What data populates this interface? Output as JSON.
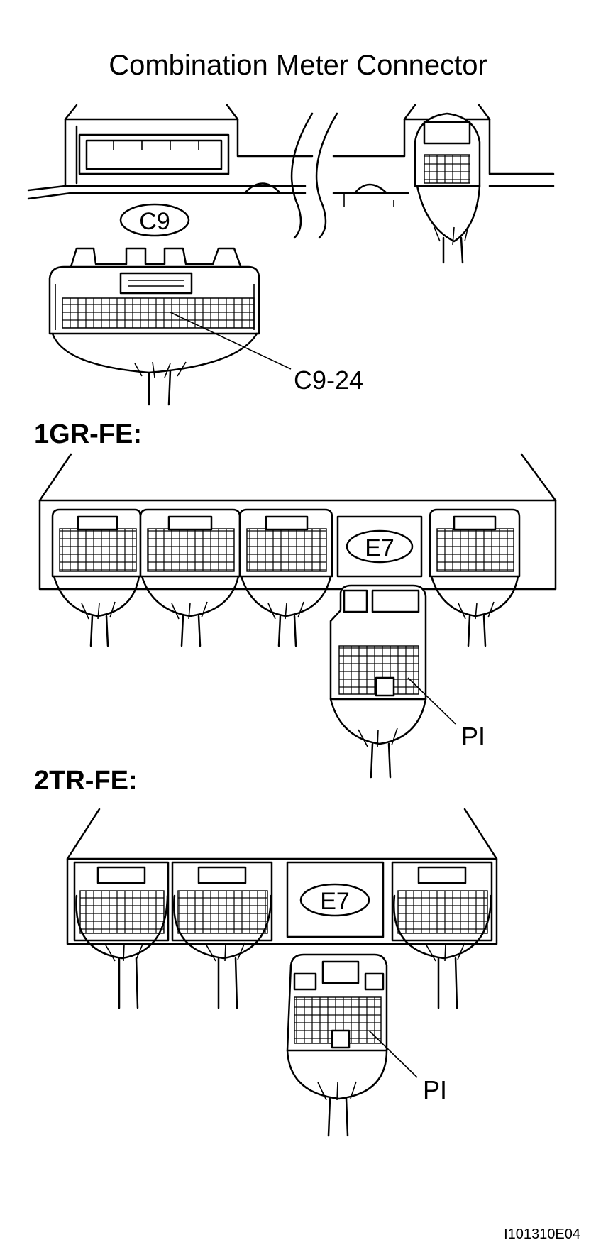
{
  "diagram": {
    "title": "Combination Meter Connector",
    "combination_meter": {
      "connector_id": "C9",
      "terminal_label": "C9-24"
    },
    "sections": [
      {
        "heading": "1GR-FE:",
        "ecm_connector_id": "E7",
        "terminal_label": "PI"
      },
      {
        "heading": "2TR-FE:",
        "ecm_connector_id": "E7",
        "terminal_label": "PI"
      }
    ],
    "figure_code": "I101310E04"
  }
}
